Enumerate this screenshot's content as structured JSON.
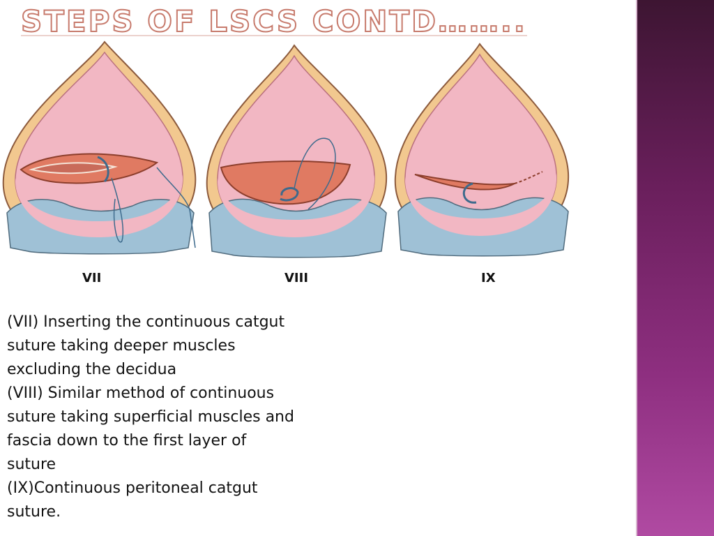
{
  "slide": {
    "title": "STEPS OF LSCS CONTD……..",
    "figures": [
      {
        "label": "VII"
      },
      {
        "label": "VIII"
      },
      {
        "label": "IX"
      }
    ],
    "caption_lines": [
      "(VII) Inserting the continuous catgut",
      "suture taking deeper muscles",
      "excluding the decidua",
      "(VIII) Similar method of continuous",
      "suture taking superficial muscles and",
      "fascia down to the first layer of",
      "suture",
      "(IX)Continuous peritoneal catgut",
      "suture."
    ]
  },
  "colors": {
    "sidebar": "#6a1f5c",
    "title_outline": "#c77a6c",
    "uterus_outer": "#f2c88f",
    "uterus_inner": "#f2b7c3",
    "bladder": "#9fc1d6"
  }
}
